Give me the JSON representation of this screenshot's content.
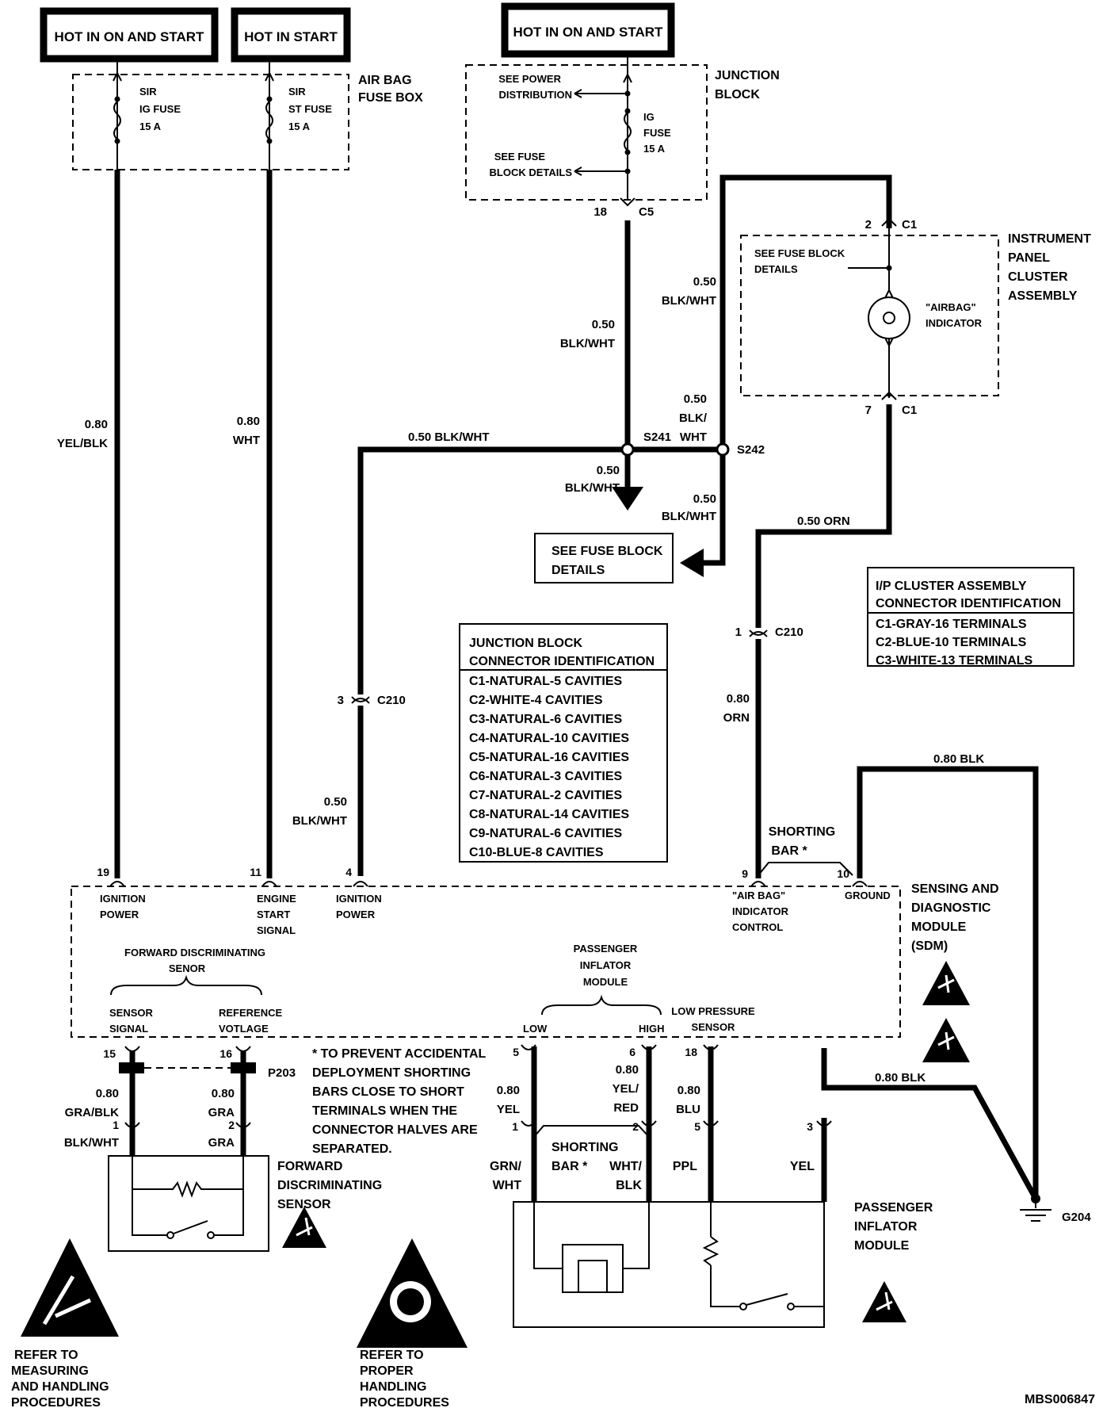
{
  "hot_labels": {
    "sir_ig": "HOT IN ON AND START",
    "sir_st": "HOT IN START",
    "ig": "HOT IN ON AND START"
  },
  "airbag_fuse_box": {
    "title_line1": "AIR BAG",
    "title_line2": "FUSE BOX",
    "fuse1": [
      "SIR",
      "IG FUSE",
      "15 A"
    ],
    "fuse2": [
      "SIR",
      "ST FUSE",
      "15 A"
    ]
  },
  "junction_block": {
    "title_line1": "JUNCTION",
    "title_line2": "BLOCK",
    "see_power": [
      "SEE POWER",
      "DISTRIBUTION"
    ],
    "see_fuse": [
      "SEE FUSE",
      "BLOCK DETAILS"
    ],
    "fuse": [
      "IG",
      "FUSE",
      "15 A"
    ],
    "pin": "18",
    "connector": "C5"
  },
  "ip_cluster": {
    "title": [
      "INSTRUMENT",
      "PANEL",
      "CLUSTER",
      "ASSEMBLY"
    ],
    "see_fuse": [
      "SEE FUSE BLOCK",
      "DETAILS"
    ],
    "indicator": [
      "\"AIRBAG\"",
      "INDICATOR"
    ],
    "pin_top": "2",
    "conn_top": "C1",
    "pin_bottom": "7",
    "conn_bottom": "C1"
  },
  "wires": {
    "w050_bw_a": [
      "0.50",
      "BLK/WHT"
    ],
    "w050_bw_b": [
      "0.50",
      "BLK/WHT"
    ],
    "w050_bw_c": [
      "0.50",
      "BLK/",
      "WHT"
    ],
    "w050_bw_horiz": "0.50 BLK/WHT",
    "w050_bw_d": [
      "0.50",
      "BLK/WHT"
    ],
    "w050_bw_e": [
      "0.50",
      "BLK/WHT"
    ],
    "w050_orn": "0.50 ORN",
    "w080_orn": [
      "0.80",
      "ORN"
    ],
    "w050_bw_left": [
      "0.50",
      "BLK/WHT"
    ],
    "w080_yelblk": [
      "0.80",
      "YEL/BLK"
    ],
    "w080_wht": [
      "0.80",
      "WHT"
    ],
    "w080_blk_top": "0.80 BLK",
    "w080_blk_bottom": "0.80 BLK",
    "w080_grablk": [
      "0.80",
      "GRA/BLK"
    ],
    "w080_gra": [
      "0.80",
      "GRA"
    ],
    "w080_yel": [
      "0.80",
      "YEL"
    ],
    "w080_yelred": [
      "0.80",
      "YEL/",
      "RED"
    ],
    "w080_blu": [
      "0.80",
      "BLU"
    ]
  },
  "splices": {
    "s241": "S241",
    "s242": "S242"
  },
  "see_fuse_block_details": [
    "SEE FUSE BLOCK",
    "DETAILS"
  ],
  "c210": {
    "pin1": "1",
    "pin3": "3",
    "label": "C210"
  },
  "ip_conn_table": {
    "header": [
      "I/P CLUSTER ASSEMBLY",
      "CONNECTOR IDENTIFICATION"
    ],
    "rows": [
      "C1-GRAY-16 TERMINALS",
      "C2-BLUE-10 TERMINALS",
      "C3-WHITE-13 TERMINALS"
    ]
  },
  "jb_conn_table": {
    "header": [
      "JUNCTION BLOCK",
      "CONNECTOR IDENTIFICATION"
    ],
    "rows": [
      "C1-NATURAL-5 CAVITIES",
      "C2-WHITE-4 CAVITIES",
      "C3-NATURAL-6 CAVITIES",
      "C4-NATURAL-10 CAVITIES",
      "C5-NATURAL-16 CAVITIES",
      "C6-NATURAL-3 CAVITIES",
      "C7-NATURAL-2 CAVITIES",
      "C8-NATURAL-14 CAVITIES",
      "C9-NATURAL-6 CAVITIES",
      "C10-BLUE-8 CAVITIES"
    ]
  },
  "sdm": {
    "title": [
      "SENSING AND",
      "DIAGNOSTIC",
      "MODULE",
      "(SDM)"
    ],
    "pins": {
      "p19": "19",
      "p11": "11",
      "p4": "4",
      "p9": "9",
      "p10": "10",
      "p15": "15",
      "p16": "16",
      "p5": "5",
      "p6": "6",
      "p18": "18"
    },
    "ign_power_1": [
      "IGNITION",
      "POWER"
    ],
    "engine_start": [
      "ENGINE",
      "START",
      "SIGNAL"
    ],
    "ign_power_2": [
      "IGNITION",
      "POWER"
    ],
    "airbag_ind_ctrl": [
      "\"AIR BAG\"",
      "INDICATOR",
      "CONTROL"
    ],
    "ground": "GROUND",
    "shorting_bar": [
      "SHORTING",
      "BAR *"
    ],
    "fwd_disc": [
      "FORWARD DISCRIMINATING",
      "SENOR"
    ],
    "sensor_signal": [
      "SENSOR",
      "SIGNAL"
    ],
    "ref_voltage": [
      "REFERENCE",
      "VOTLAGE"
    ],
    "pass_inflator": [
      "PASSENGER",
      "INFLATOR",
      "MODULE"
    ],
    "low": "LOW",
    "high": "HIGH",
    "low_pressure": [
      "LOW PRESSURE",
      "SENSOR"
    ]
  },
  "p203": "P203",
  "note": [
    "* TO PREVENT ACCIDENTAL",
    "DEPLOYMENT SHORTING",
    "BARS CLOSE TO SHORT",
    "TERMINALS WHEN THE",
    "CONNECTOR HALVES ARE",
    "SEPARATED."
  ],
  "fwd_sensor": {
    "pin1": "1",
    "pin2": "2",
    "wire1": "BLK/WHT",
    "wire2": "GRA",
    "title": [
      "FORWARD",
      "DISCRIMINATING",
      "SENSOR"
    ]
  },
  "pim": {
    "pin1": "1",
    "pin2": "2",
    "pin5": "5",
    "pin3": "3",
    "wire1": [
      "GRN/",
      "WHT"
    ],
    "wire2": [
      "WHT/",
      "BLK"
    ],
    "wire5": "PPL",
    "wire3": "YEL",
    "shorting": [
      "SHORTING",
      "BAR *"
    ],
    "title": [
      "PASSENGER",
      "INFLATOR",
      "MODULE"
    ]
  },
  "ground_g204": "G204",
  "refer_measuring": [
    "REFER TO",
    "MEASURING",
    "AND HANDLING",
    "PROCEDURES"
  ],
  "refer_handling": [
    "REFER TO",
    "PROPER",
    "HANDLING",
    "PROCEDURES"
  ],
  "doc_id": "MBS006847"
}
